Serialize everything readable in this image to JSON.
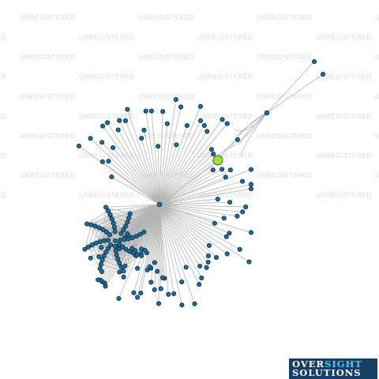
{
  "watermark": {
    "text": "UNREGISTERED"
  },
  "logo": {
    "line1_part1": "OVER",
    "line1_part2": "SIGHT",
    "line2": "SOLUTIONS"
  },
  "colors": {
    "edge": "#b4b4b4",
    "node_fill": "#1f6f9e",
    "node_stroke": "#0a2f45",
    "focus_fill": "#9fe03c",
    "focus_stroke": "#2c5a0a"
  },
  "graph": {
    "nodes": [
      {
        "id": "hub",
        "role": "hub"
      },
      {
        "id": "focus",
        "role": "focus"
      },
      {
        "id": "sub",
        "role": "sub-hub"
      },
      {
        "id": "leaf-a",
        "role": "leaf"
      },
      {
        "id": "leaf-b",
        "role": "leaf"
      }
    ],
    "cluster_count": 55,
    "fan_count": 110
  }
}
